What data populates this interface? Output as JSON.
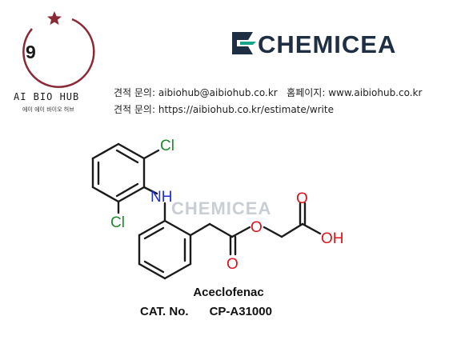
{
  "left_logo": {
    "number": "9",
    "title": "AI BIO HUB",
    "subtitle_kr": "에이 에이 바이오 허브",
    "ring_color": "#8b2a37",
    "star_color": "#8b2a37",
    "icon": "star-ring-logo-icon"
  },
  "brand_logo": {
    "text": "CHEMICEA",
    "color": "#1f2f43",
    "accent_color": "#19a58c",
    "icon": "chemicea-mark-icon"
  },
  "contact": {
    "line1_label": "견적 문의:",
    "line1_email": "aibiohub@aibiohub.co.kr",
    "line1_home_label": "홈페이지:",
    "line1_home_url": "www.aibiohub.co.kr",
    "line2_label": "견적 문의:",
    "line2_url": "https://aibiohub.co.kr/estimate/write"
  },
  "structure": {
    "atoms": {
      "cl_top": "Cl",
      "cl_bottom": "Cl",
      "nh": "NH",
      "o_ester": "O",
      "o_carbonyl_1": "O",
      "o_carbonyl_2": "O",
      "oh": "OH"
    },
    "watermark": "CHEMICEA",
    "colors": {
      "bond": "#1a1a1a",
      "chlorine": "#1f8a2e",
      "nitrogen": "#1f2fd0",
      "oxygen": "#e0121a",
      "watermark": "#c9ced4"
    }
  },
  "compound": {
    "name": "Aceclofenac",
    "cat_label": "CAT. No.",
    "cat_value": "CP-A31000"
  }
}
